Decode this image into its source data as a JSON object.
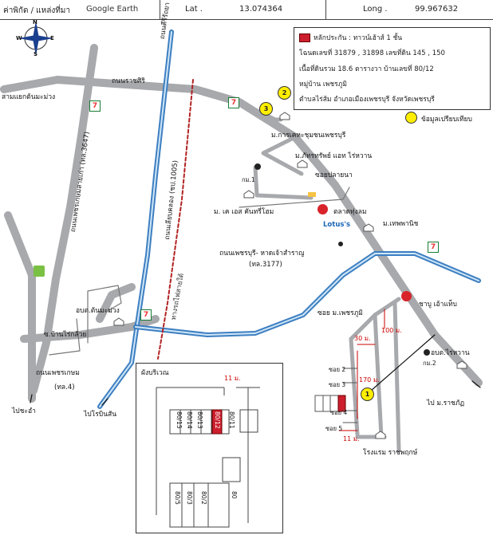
{
  "header": {
    "place_label": "ค่าพิกัด / แหล่งที่มา",
    "place_value": "Google Earth",
    "lat_label": "Lat .",
    "lat_value": "13.074364",
    "long_label": "Long .",
    "long_value": "99.967632"
  },
  "compass": {
    "n": "N",
    "w": "W",
    "e": "E",
    "s": "S"
  },
  "legend": {
    "title": "หลักประกัน : ทาวน์เฮ้าส์ 1 ชั้น",
    "deeds": "โฉนดเลขที่ 31879 , 31898 เลขที่ดิน 145 , 150",
    "area": "เนื้อที่ดินรวม 18.6 ตารางวา บ้านเลขที่ 80/12",
    "village": "หมู่บ้าน เพชรภูมิ",
    "address": "ตำบลไร่ส้ม อำเภอเมืองเพชรบุรี จังหวัดเพชรบุรี",
    "compare_note": "ข้อมูลเปรียบเทียบ"
  },
  "labels": {
    "road_ratchasiri": "ถนนราชศิริ",
    "road_kiri": "ถนนคีรีรัถยา",
    "sam_yaek": "สามแยกต้นมะม่วง",
    "road_old_phetkasem": "ถนนเพชรเกษมสายเก่า (ทล.3647)",
    "road_chonlaprathan": "ถนนเลียบคลอง (ชป.1005)",
    "rail": "ทางรถไฟสายใต้",
    "housing_education": "ม.การเคหะชุมชนเพชรบุรี",
    "pattarasap": "ม.ภัทรทรัพย์ แอท ไร่หวาน",
    "soi_playana": "ซอยปลายนา",
    "km1": "กม.1",
    "kes_hotel": "ม. เค เอส คันทรี่โฮม",
    "market": "ตลาดทุ่งลม",
    "lotus": "Lotus's",
    "thepparanich": "ม.เทพพานิช",
    "road_hatchaoh": "ถนนเพชรบุรี- หาดเจ้าสำราญ",
    "road_hatchaoh_code": "(ทล.3177)",
    "tonmamuang": "อบต.ต้นมะม่วง",
    "soi_rai_kluai": "ซ.บ้านไร่กล้วย",
    "road_phetkasem": "ถนนเพชรเกษม",
    "road_phetkasem_code": "(ทล.4)",
    "to_cha_am": "ไปชะอำ",
    "to_airport": "ไปโรบินสัน",
    "chabu": "ชาบู เอ้าแท็บ",
    "soi_phetphum": "ซอย ม.เพชรภูมิ",
    "rai_wan": "อบต.ไร่หวาน",
    "km2": "กม.2",
    "to_ratchakhru": "ไป ม.ราชภัฏ",
    "school": "โรงแรม ราชพฤกษ์",
    "soi2": "ซอย 2",
    "soi3": "ซอย 3",
    "soi4": "ซอย 4",
    "soi5": "ซอย 5",
    "d100": "100 ม.",
    "d30": "30 ม.",
    "d170": "170 ม.",
    "d11": "11 ม.",
    "inset_title": "ผังบริเวณ",
    "inset_d11": "11 ม.",
    "lot1": "80/11",
    "lot2": "80/12",
    "lot3": "80/13",
    "lot4": "80/14",
    "lot5": "80/15",
    "lot6": "80",
    "lot7": "80/2",
    "lot8": "80/3",
    "lot9": "80/5"
  },
  "markers": {
    "m1": "1",
    "m2": "2",
    "m3": "3"
  },
  "colors": {
    "road": "#a7a9ac",
    "canal": "#3d7fc1",
    "rail": "#b22222",
    "collateral": "#cc1e2d",
    "marker": "#ffee00"
  }
}
